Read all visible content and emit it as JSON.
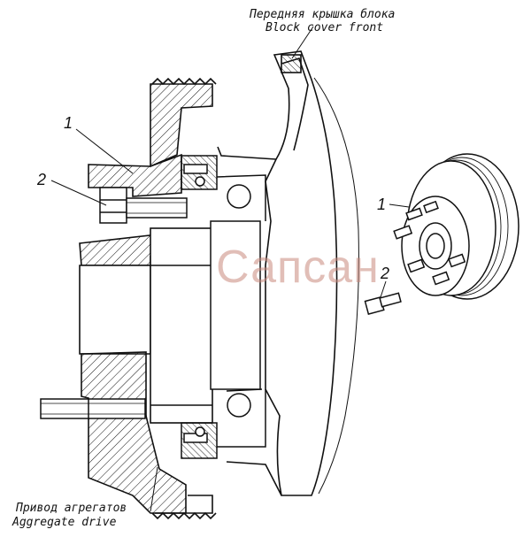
{
  "labels": {
    "block_cover_ru": "Передняя крышка блока",
    "block_cover_en": "Block cover front",
    "drive_ru": "Привод агрегатов",
    "drive_en": "Aggregate drive"
  },
  "callouts": {
    "pulley_left": "1",
    "bolt_left": "2",
    "pulley_right": "1",
    "bolt_right": "2"
  },
  "watermark": {
    "text": "Сапсан",
    "color": "#c98a7e"
  },
  "colors": {
    "line": "#111111",
    "background": "#ffffff"
  }
}
